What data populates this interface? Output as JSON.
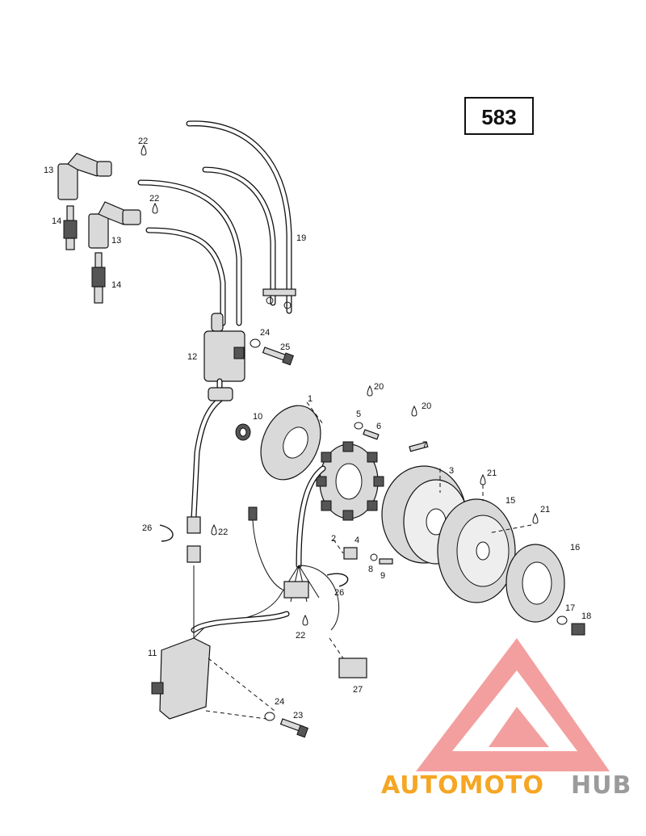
{
  "page_number": "583",
  "brand": {
    "part1": "AUTOMOTO",
    "part2": "HUB",
    "color_primary": "#f5a623",
    "color_secondary": "#9b9b9b",
    "logo_color": "#f08080"
  },
  "callouts": [
    {
      "id": "c1",
      "text": "1"
    },
    {
      "id": "c2",
      "text": "2"
    },
    {
      "id": "c3",
      "text": "3"
    },
    {
      "id": "c4",
      "text": "4"
    },
    {
      "id": "c5",
      "text": "5"
    },
    {
      "id": "c6",
      "text": "6"
    },
    {
      "id": "c7",
      "text": "7"
    },
    {
      "id": "c8",
      "text": "8"
    },
    {
      "id": "c9",
      "text": "9"
    },
    {
      "id": "c10",
      "text": "10"
    },
    {
      "id": "c11",
      "text": "11"
    },
    {
      "id": "c12",
      "text": "12"
    },
    {
      "id": "c13a",
      "text": "13"
    },
    {
      "id": "c13b",
      "text": "13"
    },
    {
      "id": "c14a",
      "text": "14"
    },
    {
      "id": "c14b",
      "text": "14"
    },
    {
      "id": "c15",
      "text": "15"
    },
    {
      "id": "c16",
      "text": "16"
    },
    {
      "id": "c17",
      "text": "17"
    },
    {
      "id": "c18",
      "text": "18"
    },
    {
      "id": "c19",
      "text": "19"
    },
    {
      "id": "c20a",
      "text": "20"
    },
    {
      "id": "c20b",
      "text": "20"
    },
    {
      "id": "c21a",
      "text": "21"
    },
    {
      "id": "c21b",
      "text": "21"
    },
    {
      "id": "c22a",
      "text": "22"
    },
    {
      "id": "c22b",
      "text": "22"
    },
    {
      "id": "c22c",
      "text": "22"
    },
    {
      "id": "c22d",
      "text": "22"
    },
    {
      "id": "c23",
      "text": "23"
    },
    {
      "id": "c24a",
      "text": "24"
    },
    {
      "id": "c24b",
      "text": "24"
    },
    {
      "id": "c25",
      "text": "25"
    },
    {
      "id": "c26a",
      "text": "26"
    },
    {
      "id": "c26b",
      "text": "26"
    },
    {
      "id": "c27",
      "text": "27"
    }
  ]
}
